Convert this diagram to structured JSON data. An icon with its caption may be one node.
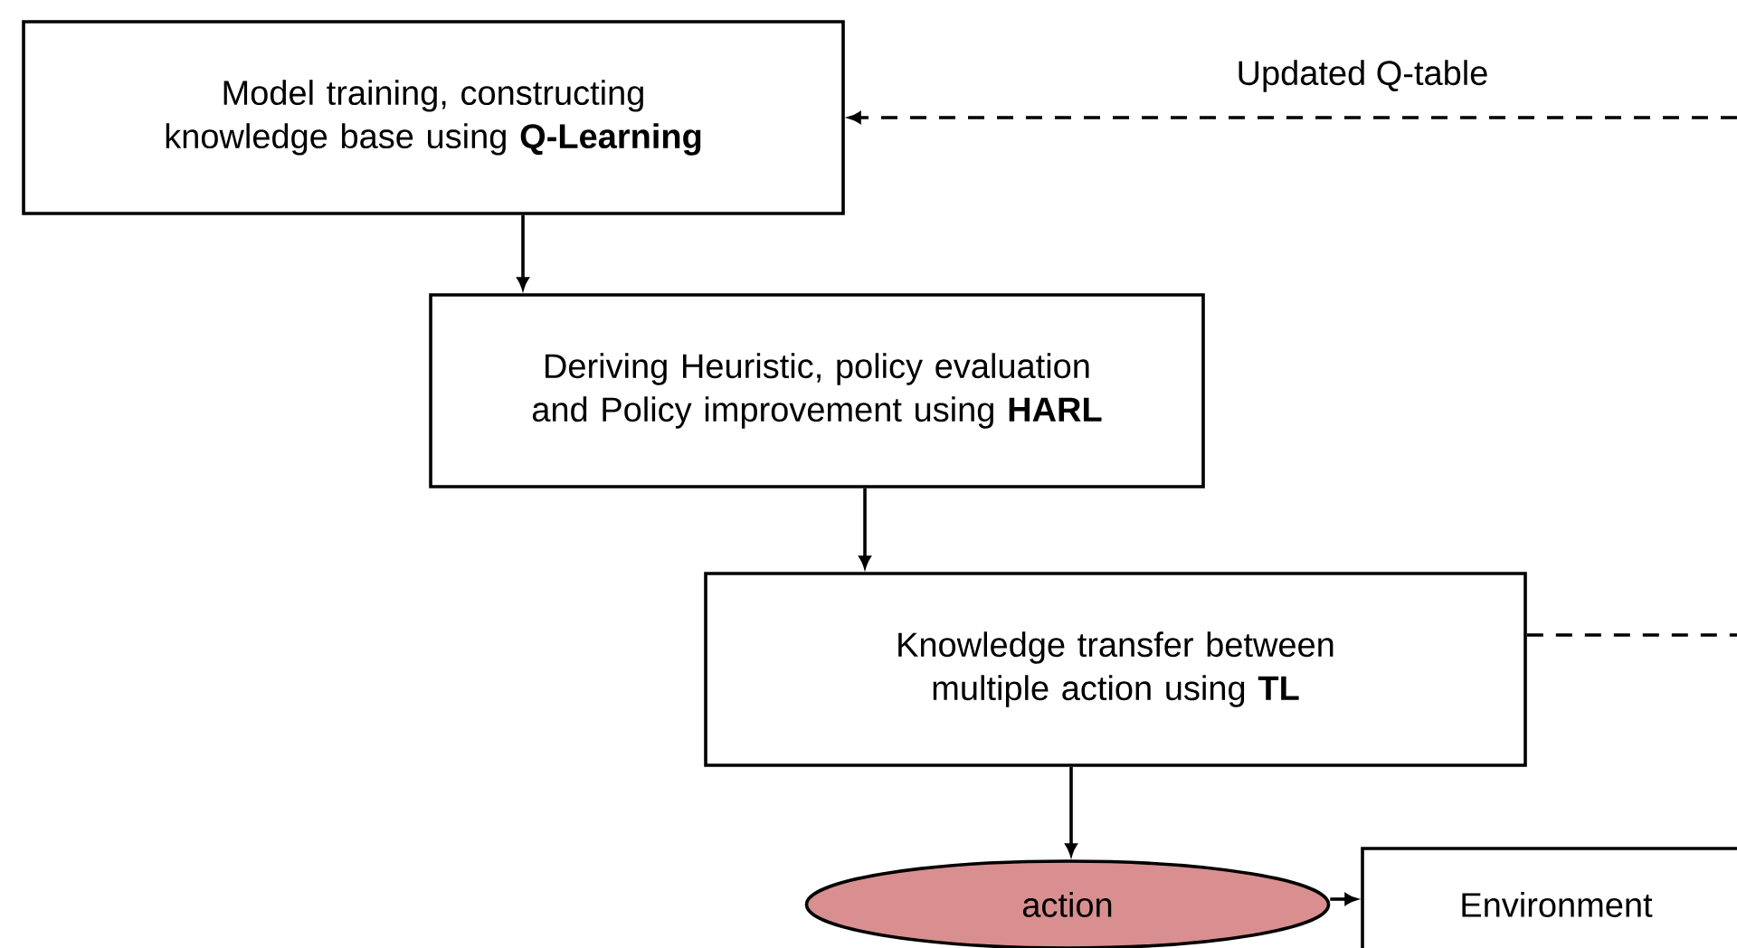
{
  "diagram": {
    "nodes": [
      {
        "text": [
          "Model training, constructing knowledge base using **Q-Learning**"
        ]
      },
      {
        "text": [
          "Deriving Heuristic, policy evaluation and Policy improvement using **HARL**"
        ]
      },
      {
        "text": [
          "Knowledge transfer between multiple action using **TL**"
        ]
      },
      {
        "text": [
          "action"
        ]
      },
      {
        "text": [
          "Environment"
        ]
      }
    ],
    "edges": [
      {
        "from": 0,
        "to": 1,
        "arrow": "to"
      },
      {
        "from": 1,
        "to": 2,
        "arrow": "to"
      },
      {
        "from": 2,
        "to": 3,
        "arrow": "to"
      },
      {
        "from": 3,
        "to": 4,
        "arrow": "to"
      },
      {
        "from": null,
        "to": 0,
        "arrow": "to",
        "style": "dashed",
        "label": "Updated Q-table"
      },
      {
        "from": 2,
        "to": null,
        "arrow": "none",
        "style": "dashed"
      }
    ]
  }
}
